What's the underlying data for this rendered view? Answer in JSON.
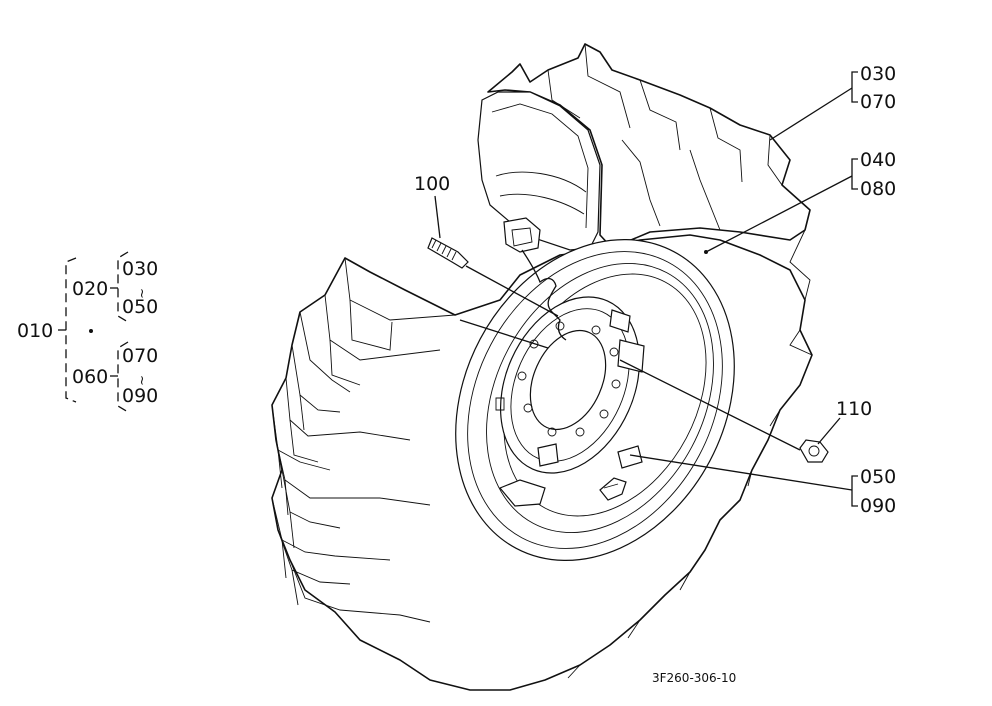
{
  "diagram": {
    "callouts": {
      "c030_top": "030",
      "c070_top": "070",
      "c040": "040",
      "c080": "080",
      "c100": "100",
      "c110": "110",
      "c050_right": "050",
      "c090_right": "090",
      "c010": "010",
      "c020": "020",
      "c030_left": "030",
      "c050_left": "050",
      "c060": "060",
      "c070_left": "070",
      "c090_left": "090",
      "tilde": "~"
    },
    "drawing_code": "3F260-306-10"
  }
}
